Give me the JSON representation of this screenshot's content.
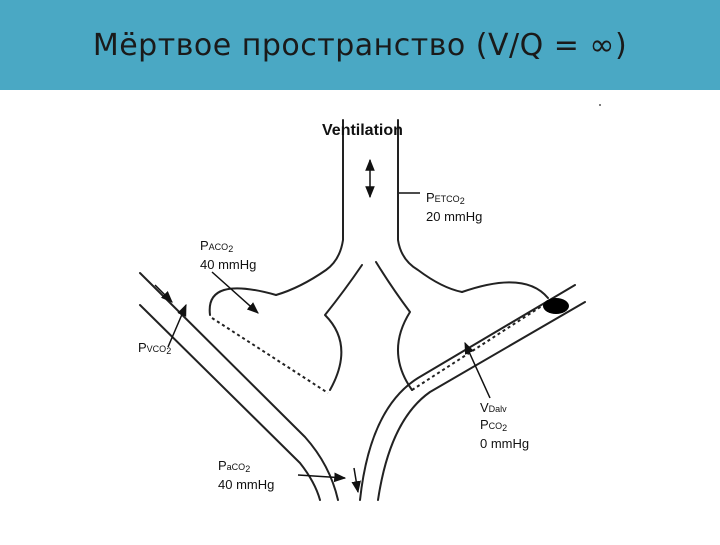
{
  "header": {
    "title": "Мёртвое пространство (V/Q = ∞)",
    "background": "#4aa8c4"
  },
  "diagram": {
    "ventilation_label": "Ventilation",
    "petco2": {
      "symbol": "P",
      "sub": "ETCO",
      "sub2": "2",
      "value": "20 mmHg"
    },
    "paco2_alv": {
      "symbol": "P",
      "sub": "ACO",
      "sub2": "2",
      "value": "40 mmHg"
    },
    "pvco2": {
      "symbol": "P",
      "sub": "VCO",
      "sub2": "2"
    },
    "vdalv": {
      "symbol": "V",
      "sub": "Dalv"
    },
    "pco2": {
      "symbol": "P",
      "sub": "CO",
      "sub2": "2",
      "value": "0 mmHg"
    },
    "paco2_art": {
      "symbol": "P",
      "sub": "aCO",
      "sub2": "2",
      "value": "40 mmHg"
    },
    "occlusion_color": "#000000"
  }
}
